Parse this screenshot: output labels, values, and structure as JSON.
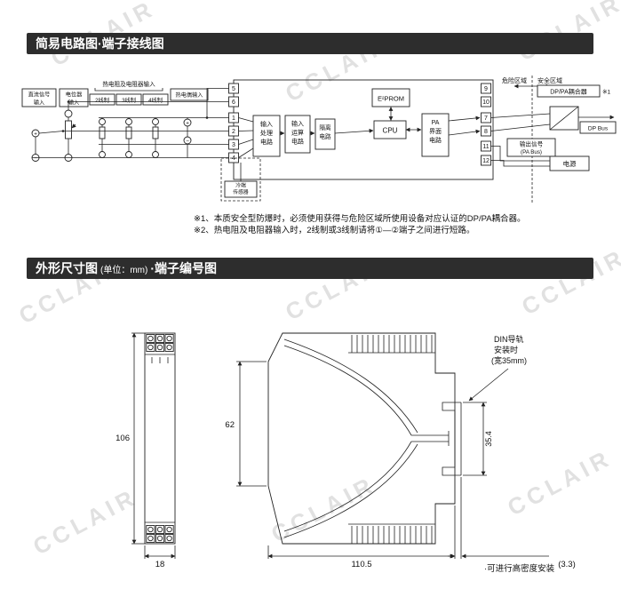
{
  "watermark": {
    "text": "CCLAIR"
  },
  "section1": {
    "title": "简易电路图·端子接线图",
    "zones": {
      "hazard": "危险区域",
      "safe": "安全区域"
    },
    "inputs": {
      "dc_l1": "直流信号",
      "dc_l2": "输入",
      "pot_l1": "电位器",
      "pot_l2": "输入",
      "rtd_header": "热电阻及电阻器输入",
      "wire2": "2线制",
      "wire3": "3线制",
      "wire4": "4线制",
      "tc": "热电偶输入",
      "plus": "+",
      "minus": "−"
    },
    "terminals": {
      "left": [
        "5",
        "6",
        "1",
        "2",
        "3",
        "4"
      ],
      "right": [
        "9",
        "10",
        "7",
        "8",
        "11",
        "12"
      ]
    },
    "blocks": {
      "input_proc": [
        "输入",
        "处理",
        "电路"
      ],
      "calc": [
        "输入",
        "运算",
        "电路"
      ],
      "isolation": [
        "隔离",
        "电路"
      ],
      "eprom": "E²PROM",
      "cpu": "CPU",
      "pa_interface": [
        "PA",
        "界面",
        "电路"
      ],
      "cold_sensor": [
        "冷端",
        "传感器"
      ]
    },
    "output": {
      "coupler_label": "DP/PA耦合器",
      "coupler_ref": "※1",
      "out_l1": "输出信号",
      "out_l2": "(PA Bus)",
      "dp_bus": "DP Bus",
      "power": "电源"
    },
    "notes": [
      "※1、本质安全型防爆时，必须使用获得与危险区域所使用设备对应认证的DP/PA耦合器。",
      "※2、热电阻及电阻器输入时，2线制或3线制请将①—②端子之间进行短路。"
    ]
  },
  "section2": {
    "title_main": "外形尺寸图",
    "title_unit": "(单位：mm)",
    "title_tail": "·端子编号图",
    "dims": {
      "height": "106",
      "width": "18",
      "front": "62",
      "depth": "110.5",
      "rail_offset": "(3.3)",
      "rail_width": "35.4"
    },
    "din_label": [
      "DIN导轨",
      "安装时",
      "(宽35mm)"
    ],
    "note": "·可进行高密度安装"
  }
}
